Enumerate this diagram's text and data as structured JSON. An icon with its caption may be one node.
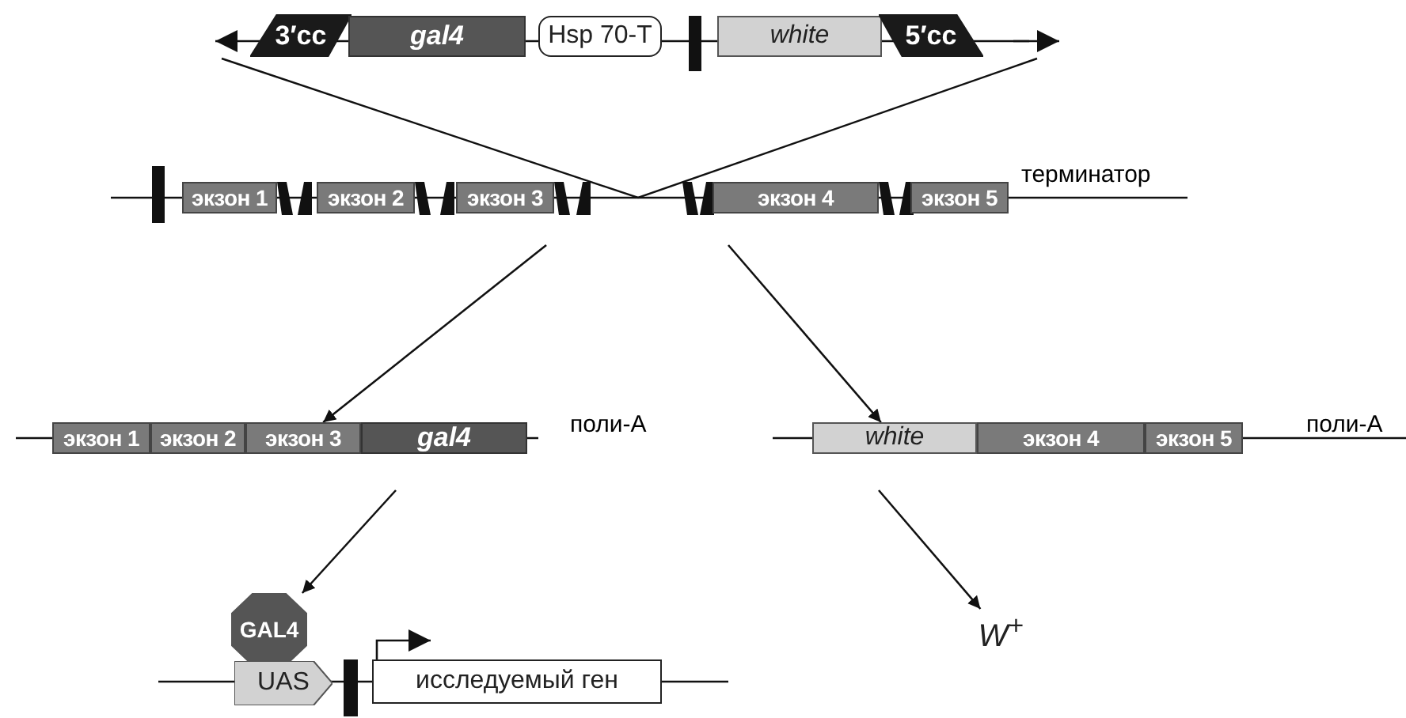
{
  "diagram": {
    "nodes": [
      {
        "text": [
          "3′cc"
        ]
      },
      {
        "text": [
          "gal4"
        ]
      },
      {
        "text": [
          "Hsp 70-T"
        ]
      },
      {
        "text": [
          "white"
        ]
      },
      {
        "text": [
          "5′cc"
        ]
      },
      {
        "text": [
          "экзон 1"
        ]
      },
      {
        "text": [
          "экзон 2"
        ]
      },
      {
        "text": [
          "экзон 3"
        ]
      },
      {
        "text": [
          "экзон 4"
        ]
      },
      {
        "text": [
          "экзон 5"
        ]
      },
      {
        "text": [
          "экзон 1"
        ]
      },
      {
        "text": [
          "экзон 2"
        ]
      },
      {
        "text": [
          "экзон 3"
        ]
      },
      {
        "text": [
          "gal4"
        ]
      },
      {
        "text": [
          "white"
        ]
      },
      {
        "text": [
          "экзон 4"
        ]
      },
      {
        "text": [
          "экзон 5"
        ]
      },
      {
        "text": [
          "GAL4"
        ]
      },
      {
        "text": [
          "W$^{+}$"
        ]
      },
      {
        "text": [
          "UAS"
        ]
      },
      {
        "text": [
          "исследуемый ген"
        ]
      }
    ],
    "edges": [
      {
        "from": null,
        "to": 12,
        "arrow": "to"
      },
      {
        "from": null,
        "to": 14,
        "arrow": "to"
      },
      {
        "from": null,
        "to": 17,
        "arrow": "to"
      },
      {
        "from": null,
        "to": 18,
        "arrow": "to"
      }
    ],
    "labels": [
      "терминатор",
      "поли-А",
      "поли-А"
    ]
  }
}
